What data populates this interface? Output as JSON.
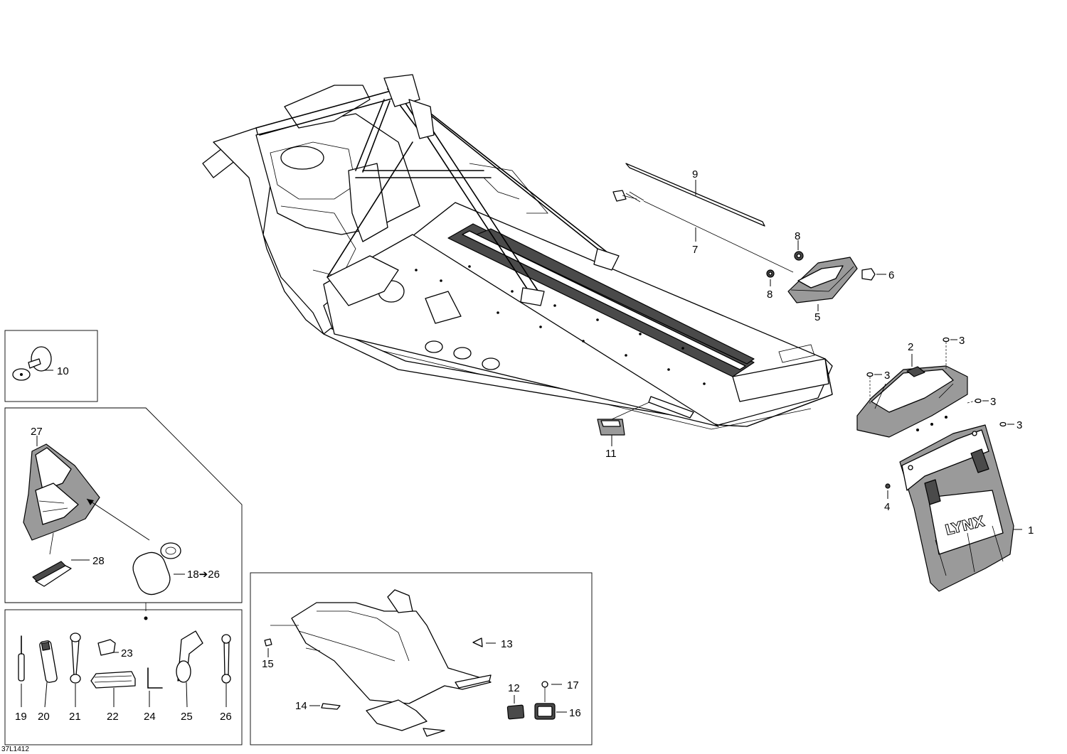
{
  "document": {
    "drawing_code": "37L1412"
  },
  "callouts": [
    {
      "id": "c1",
      "text": "1"
    },
    {
      "id": "c2",
      "text": "2"
    },
    {
      "id": "c3a",
      "text": "3"
    },
    {
      "id": "c3b",
      "text": "3"
    },
    {
      "id": "c3c",
      "text": "3"
    },
    {
      "id": "c3d",
      "text": "3"
    },
    {
      "id": "c4",
      "text": "4"
    },
    {
      "id": "c5",
      "text": "5"
    },
    {
      "id": "c6",
      "text": "6"
    },
    {
      "id": "c7",
      "text": "7"
    },
    {
      "id": "c8a",
      "text": "8"
    },
    {
      "id": "c8b",
      "text": "8"
    },
    {
      "id": "c9",
      "text": "9"
    },
    {
      "id": "c10",
      "text": "10"
    },
    {
      "id": "c11",
      "text": "11"
    },
    {
      "id": "c12",
      "text": "12"
    },
    {
      "id": "c13",
      "text": "13"
    },
    {
      "id": "c14",
      "text": "14"
    },
    {
      "id": "c15",
      "text": "15"
    },
    {
      "id": "c16",
      "text": "16"
    },
    {
      "id": "c17",
      "text": "17"
    },
    {
      "id": "c18",
      "text": "18➔26"
    },
    {
      "id": "c19",
      "text": "19"
    },
    {
      "id": "c20",
      "text": "20"
    },
    {
      "id": "c21",
      "text": "21"
    },
    {
      "id": "c22",
      "text": "22"
    },
    {
      "id": "c23",
      "text": "23"
    },
    {
      "id": "c24",
      "text": "24"
    },
    {
      "id": "c25",
      "text": "25"
    },
    {
      "id": "c26",
      "text": "26"
    },
    {
      "id": "c27",
      "text": "27"
    },
    {
      "id": "c28",
      "text": "28"
    }
  ],
  "logo_text": "LYNX"
}
